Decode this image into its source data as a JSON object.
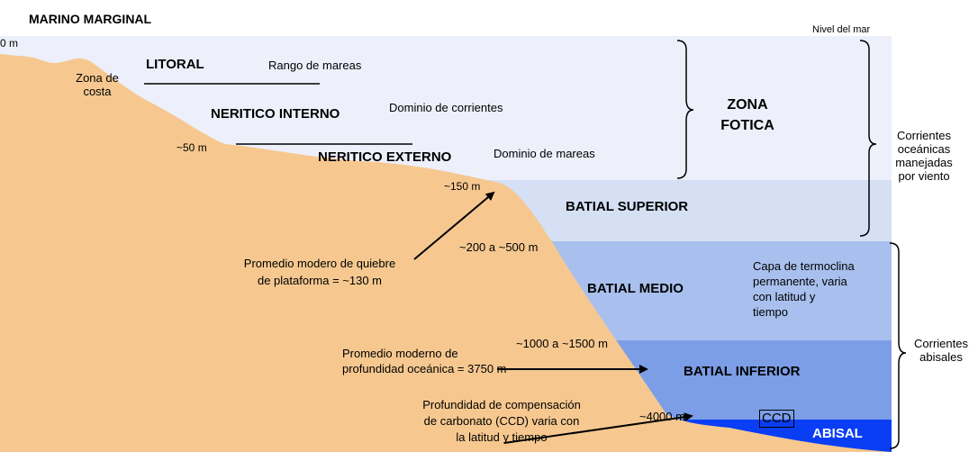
{
  "title": "MARINO MARGINAL",
  "sea_level_label": "Nivel del mar",
  "zones": {
    "litoral": "LITORAL",
    "neritico_interno": "NERITICO INTERNO",
    "neritico_externo": "NERITICO EXTERNO",
    "batial_superior": "BATIAL SUPERIOR",
    "batial_medio": "BATIAL MEDIO",
    "batial_inferior": "BATIAL INFERIOR",
    "abisal": "ABISAL",
    "zona_fotica": [
      "ZONA",
      "FOTICA"
    ],
    "ccd": "CCD"
  },
  "domains": {
    "rango_mareas": "Rango de mareas",
    "dominio_corrientes": "Dominio de corrientes",
    "dominio_mareas": "Dominio de mareas"
  },
  "depths": {
    "d0": "0 m",
    "d50": "~50 m",
    "d150": "~150 m",
    "d200": "~200 a ~500 m",
    "d1000": "~1000 a ~1500 m",
    "d4000": "~4000 m"
  },
  "labels": {
    "zona_costa": [
      "Zona de",
      "costa"
    ],
    "thermocline": [
      "Capa de termoclina",
      "permanente, varia",
      "con latitud y",
      "tiempo"
    ],
    "corrientes_viento": [
      "Corrientes",
      "oceánicas",
      "manejadas",
      "por viento"
    ],
    "corrientes_abisales": [
      "Corrientes",
      "abisales"
    ]
  },
  "annotations": {
    "quiebre": [
      "Promedio modero de quiebre",
      "de plataforma = ~130 m"
    ],
    "profundidad": [
      "Promedio moderno de",
      "profundidad oceánica = 3750 m"
    ],
    "ccd_note": [
      "Profundidad de compensación",
      "de carbonato (CCD) varia con",
      "la latitud y tiempo"
    ]
  },
  "colors": {
    "land": "#f6c890",
    "photic": "#edf0fb",
    "batial_superior": "#d5e0f5",
    "batial_medio": "#a9c0ee",
    "batial_inferior": "#7c9ee6",
    "abisal": "#0a3ef5"
  }
}
